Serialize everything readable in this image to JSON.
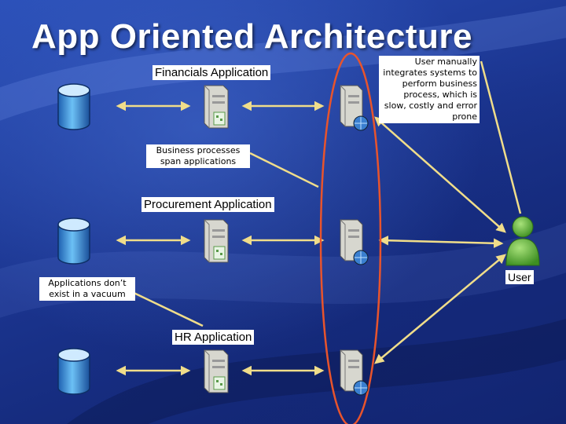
{
  "title": "App Oriented Architecture",
  "applications": [
    {
      "label": "Financials Application"
    },
    {
      "label": "Procurement Application"
    },
    {
      "label": "HR Application"
    }
  ],
  "notes": {
    "user_manual": "User manually integrates systems to perform business process, which is slow, costly and error prone",
    "business_processes": "Business processes span applications",
    "vacuum": "Applications don’t exist in a vacuum"
  },
  "user": {
    "label": "User"
  },
  "colors": {
    "arrow": "#f0dd8a",
    "highlight_ellipse": "#e8542c",
    "database": "#3a8fd8",
    "user": "#5cb836"
  },
  "icons": [
    "database-icon",
    "server-icon",
    "web-server-icon",
    "user-icon"
  ]
}
